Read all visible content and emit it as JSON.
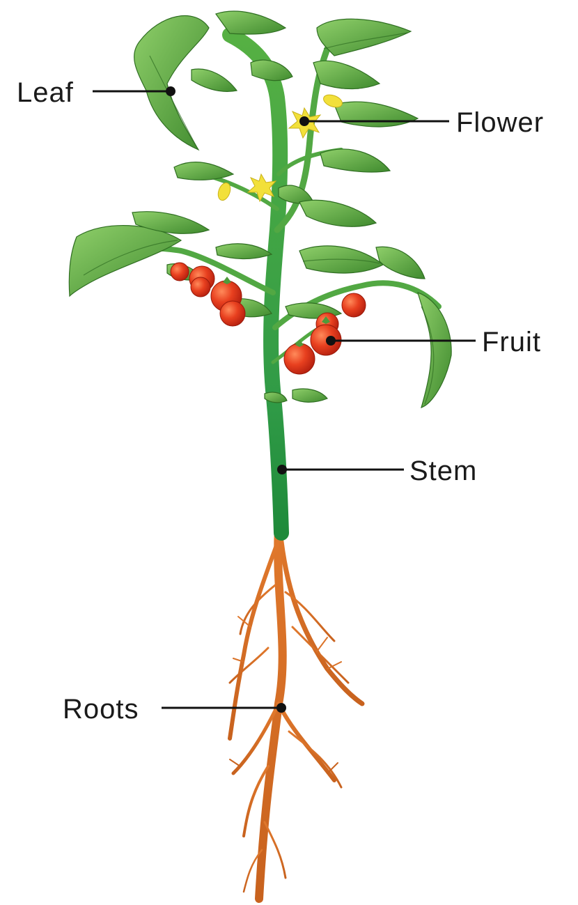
{
  "diagram": {
    "labels": {
      "leaf": "Leaf",
      "flower": "Flower",
      "fruit": "Fruit",
      "stem": "Stem",
      "roots": "Roots"
    },
    "colors": {
      "leaf": "#4f9a3a",
      "leaf_light": "#7cc05a",
      "stem": "#3c9a3a",
      "stem_dark": "#237a33",
      "root": "#d9702a",
      "root_light": "#f08a3a",
      "fruit": "#e23a1e",
      "fruit_highlight": "#ff7a4a",
      "flower": "#f2e03a",
      "pointer": "#111111",
      "background": "#ffffff"
    }
  }
}
